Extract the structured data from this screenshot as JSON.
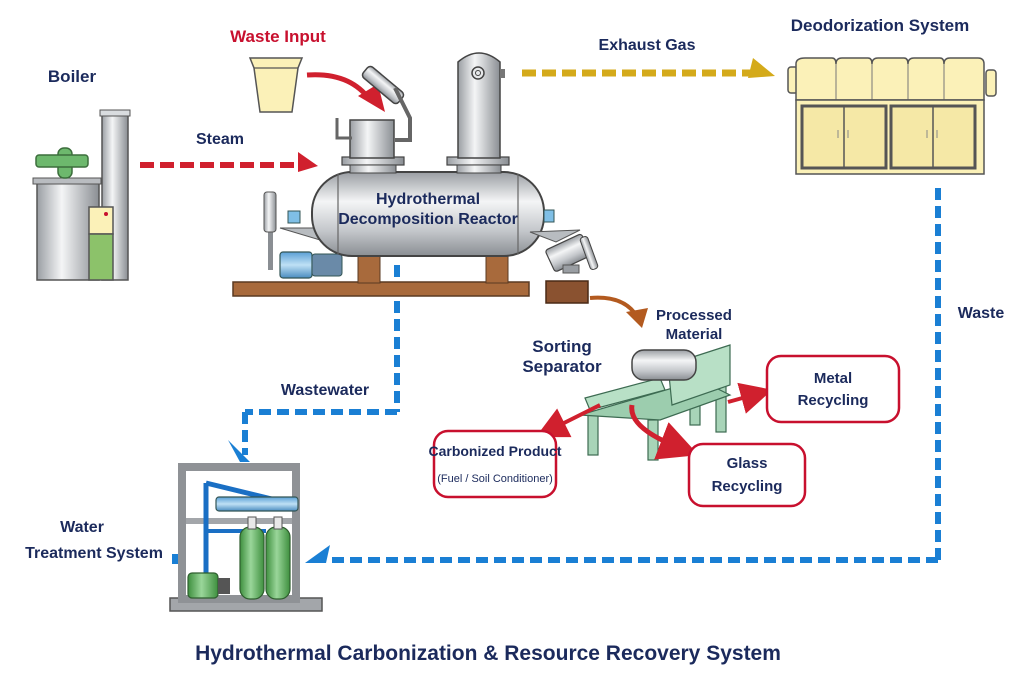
{
  "title": "Hydrothermal Carbonization & Resource Recovery System",
  "components": {
    "boiler": {
      "label": "Boiler"
    },
    "waste_input": {
      "label": "Waste Input"
    },
    "reactor": {
      "label_line1": "Hydrothermal",
      "label_line2": "Decomposition Reactor"
    },
    "deodorization": {
      "label": "Deodorization System"
    },
    "separator": {
      "label_line1": "Sorting",
      "label_line2": "Separator"
    },
    "processed": {
      "label_line1": "Processed",
      "label_line2": "Material"
    },
    "water_treatment": {
      "label_line1": "Water",
      "label_line2": "Treatment System"
    }
  },
  "flows": {
    "steam": {
      "label": "Steam",
      "color": "#d0202e"
    },
    "exhaust": {
      "label": "Exhaust Gas",
      "color": "#d4aa1a"
    },
    "wastewater": {
      "label": "Wastewater",
      "color": "#1a7fd4"
    },
    "waste": {
      "label": "Waste",
      "color": "#1a7fd4"
    }
  },
  "outputs": [
    {
      "line1": "Carbonized Product",
      "line2": "(Fuel / Soil Conditioner)"
    },
    {
      "line1": "Glass",
      "line2": "Recycling"
    },
    {
      "line1": "Metal",
      "line2": "Recycling"
    }
  ],
  "colors": {
    "label_navy": "#1b2a5c",
    "accent_red": "#c8102e",
    "steel": "#c9ccd0",
    "equipment_green": "#5fae5f",
    "separator_green": "#a8d4b8",
    "cream": "#fbf1b8",
    "wood": "#a86a3c"
  }
}
